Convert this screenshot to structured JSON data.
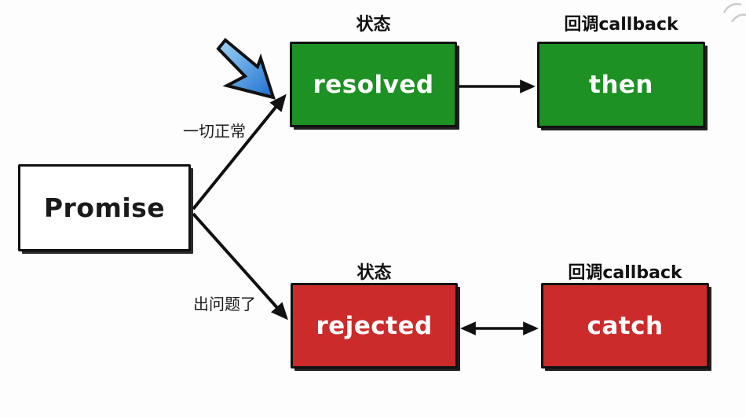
{
  "diagram": {
    "nodes": {
      "promise": {
        "label": "Promise"
      },
      "resolved": {
        "label": "resolved"
      },
      "then": {
        "label": "then"
      },
      "rejected": {
        "label": "rejected"
      },
      "catch": {
        "label": "catch"
      }
    },
    "column_headers": {
      "top_state": "状态",
      "top_callback": "回调callback",
      "bottom_state": "状态",
      "bottom_callback": "回调callback"
    },
    "edge_labels": {
      "resolve_path": "一切正常",
      "reject_path": "出问题了"
    },
    "colors": {
      "resolved_green": "#1d9123",
      "rejected_red": "#cc2b2b",
      "promise_fill": "#ffffff",
      "node_border": "#111111",
      "arrow_black": "#111111",
      "cursor_blue_light": "#9fd4f5",
      "cursor_blue_dark": "#1c6fd1"
    }
  }
}
